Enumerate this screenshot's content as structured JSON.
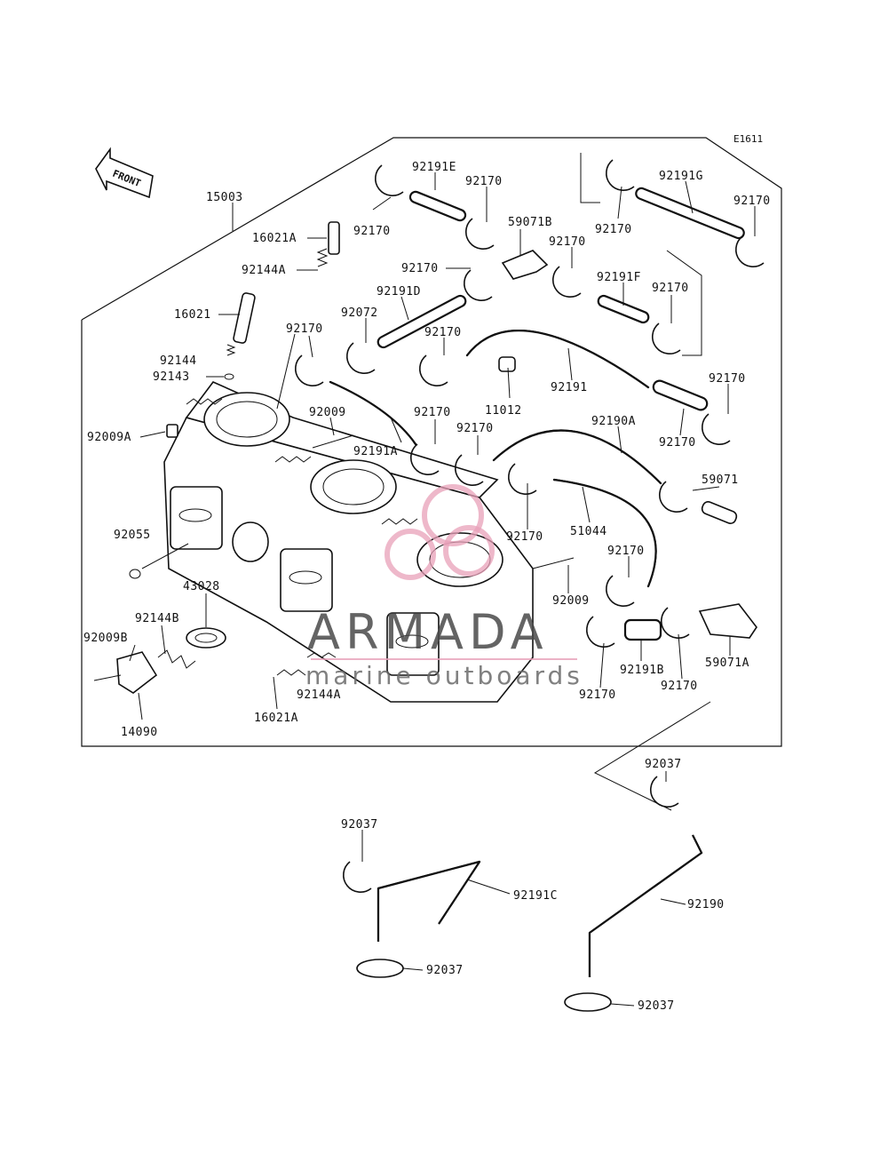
{
  "diagram_code": "E1611",
  "front_label": "FRONT",
  "watermark": {
    "title": "ARMADA",
    "subtitle": "marine outboards",
    "logo_color": "#e8a0b8",
    "text_color": "#4a4a4a"
  },
  "parts": [
    {
      "id": "p01",
      "label": "15003"
    },
    {
      "id": "p02",
      "label": "16021A"
    },
    {
      "id": "p03",
      "label": "92144A"
    },
    {
      "id": "p04",
      "label": "16021"
    },
    {
      "id": "p05",
      "label": "92144"
    },
    {
      "id": "p06",
      "label": "92143"
    },
    {
      "id": "p07",
      "label": "92009A"
    },
    {
      "id": "p08",
      "label": "92055"
    },
    {
      "id": "p09",
      "label": "43028"
    },
    {
      "id": "p10",
      "label": "92144B"
    },
    {
      "id": "p11",
      "label": "92009B"
    },
    {
      "id": "p12",
      "label": "14090"
    },
    {
      "id": "p13",
      "label": "92144A"
    },
    {
      "id": "p14",
      "label": "16021A"
    },
    {
      "id": "p15",
      "label": "92170"
    },
    {
      "id": "p16",
      "label": "92191E"
    },
    {
      "id": "p17",
      "label": "92170"
    },
    {
      "id": "p18",
      "label": "59071B"
    },
    {
      "id": "p19",
      "label": "92170"
    },
    {
      "id": "p20",
      "label": "92170"
    },
    {
      "id": "p21",
      "label": "92191D"
    },
    {
      "id": "p22",
      "label": "92072"
    },
    {
      "id": "p23",
      "label": "92170"
    },
    {
      "id": "p24",
      "label": "92170"
    },
    {
      "id": "p25",
      "label": "92009"
    },
    {
      "id": "p26",
      "label": "92191A"
    },
    {
      "id": "p27",
      "label": "11012"
    },
    {
      "id": "p28",
      "label": "92170"
    },
    {
      "id": "p29",
      "label": "92170"
    },
    {
      "id": "p30",
      "label": "92191"
    },
    {
      "id": "p31",
      "label": "92191G"
    },
    {
      "id": "p32",
      "label": "92170"
    },
    {
      "id": "p33",
      "label": "92170"
    },
    {
      "id": "p34",
      "label": "92191F"
    },
    {
      "id": "p35",
      "label": "92170"
    },
    {
      "id": "p36",
      "label": "92170"
    },
    {
      "id": "p37",
      "label": "92170"
    },
    {
      "id": "p38",
      "label": "92190A"
    },
    {
      "id": "p39",
      "label": "59071"
    },
    {
      "id": "p40",
      "label": "92170"
    },
    {
      "id": "p41",
      "label": "51044"
    },
    {
      "id": "p42",
      "label": "92170"
    },
    {
      "id": "p43",
      "label": "92009"
    },
    {
      "id": "p44",
      "label": "92170"
    },
    {
      "id": "p45",
      "label": "92191B"
    },
    {
      "id": "p46",
      "label": "92170"
    },
    {
      "id": "p47",
      "label": "59071A"
    },
    {
      "id": "p48",
      "label": "92037"
    },
    {
      "id": "p49",
      "label": "92037"
    },
    {
      "id": "p50",
      "label": "92191C"
    },
    {
      "id": "p51",
      "label": "92037"
    },
    {
      "id": "p52",
      "label": "92190"
    },
    {
      "id": "p53",
      "label": "92037"
    }
  ]
}
